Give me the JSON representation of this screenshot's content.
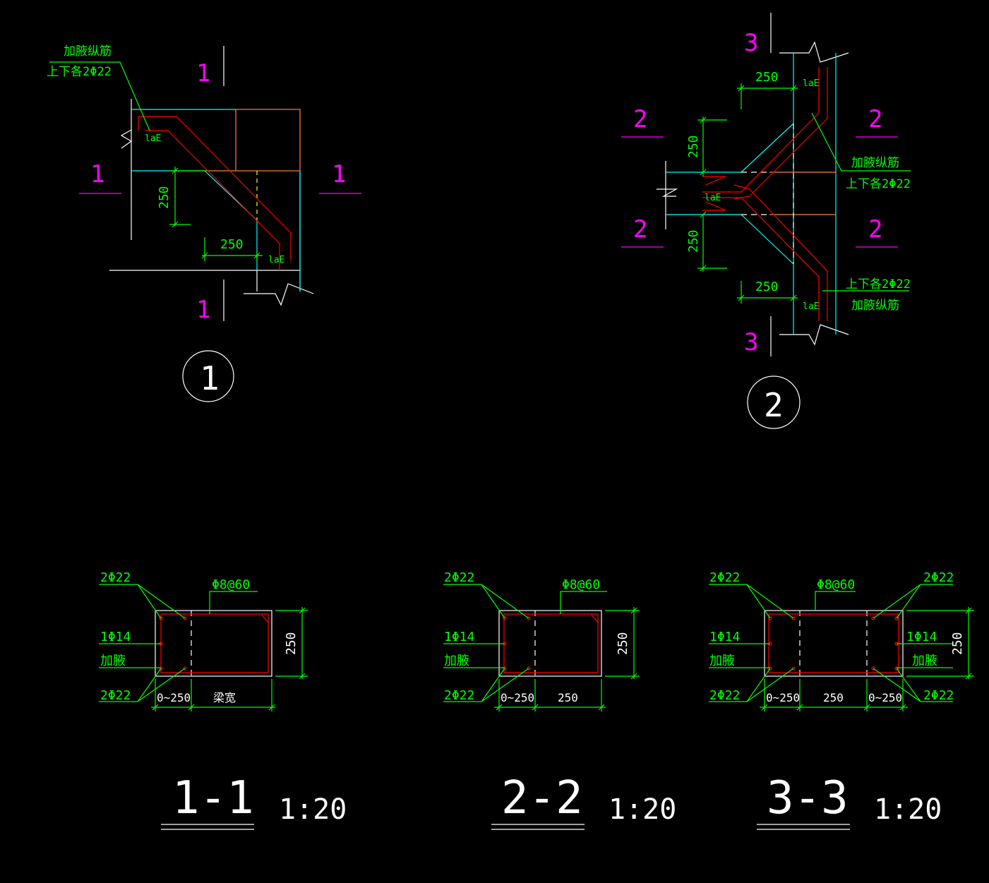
{
  "colors": {
    "background": "#000000",
    "outline": "#ffffff",
    "rebar": "#ff0000",
    "haunch_rebar": "#ff0000",
    "cyan": "#00ffff",
    "orange": "#ff8040",
    "yellow": "#ffff00",
    "dimension": "#00ff00",
    "section_mark": "#ff00ff"
  },
  "detail1": {
    "section_marks": [
      "1",
      "1",
      "1",
      "1"
    ],
    "note_line1": "加腋纵筋",
    "note_line2": "上下各2Φ22",
    "dim_vertical": "250",
    "dim_horizontal": "250",
    "lae_top": "laE",
    "lae_bottom": "laE",
    "index": "1"
  },
  "detail2": {
    "section_marks": [
      "3",
      "3",
      "2",
      "2",
      "2",
      "2"
    ],
    "dim_top": "250",
    "dim_left_upper": "250",
    "dim_left_lower": "250",
    "dim_bottom": "250",
    "note_upper_line1": "加腋纵筋",
    "note_upper_line2": "上下各2Φ22",
    "note_lower_line1": "上下各2Φ22",
    "note_lower_line2": "加腋纵筋",
    "lae_top": "laE",
    "lae_mid": "laE",
    "lae_bottom": "laE",
    "index": "2"
  },
  "section11": {
    "top_bars": "2Φ22",
    "stirrup": "Φ8@60",
    "middle_bar": "1Φ14",
    "haunch": "加腋",
    "bottom_bars": "2Φ22",
    "height": "250",
    "dim_haunch": "0~250",
    "dim_width": "梁宽",
    "title": "1-1",
    "scale": "1:20"
  },
  "section22": {
    "top_bars": "2Φ22",
    "stirrup": "Φ8@60",
    "middle_bar": "1Φ14",
    "haunch": "加腋",
    "bottom_bars": "2Φ22",
    "height": "250",
    "dim_haunch": "0~250",
    "dim_width": "250",
    "title": "2-2",
    "scale": "1:20"
  },
  "section33": {
    "top_bars_left": "2Φ22",
    "top_bars_right": "2Φ22",
    "stirrup": "Φ8@60",
    "middle_bar_left": "1Φ14",
    "middle_bar_right": "1Φ14",
    "haunch_left": "加腋",
    "haunch_right": "加腋",
    "bottom_bars_left": "2Φ22",
    "bottom_bars_right": "2Φ22",
    "height": "250",
    "dim_haunch_left": "0~250",
    "dim_width": "250",
    "dim_haunch_right": "0~250",
    "title": "3-3",
    "scale": "1:20"
  }
}
